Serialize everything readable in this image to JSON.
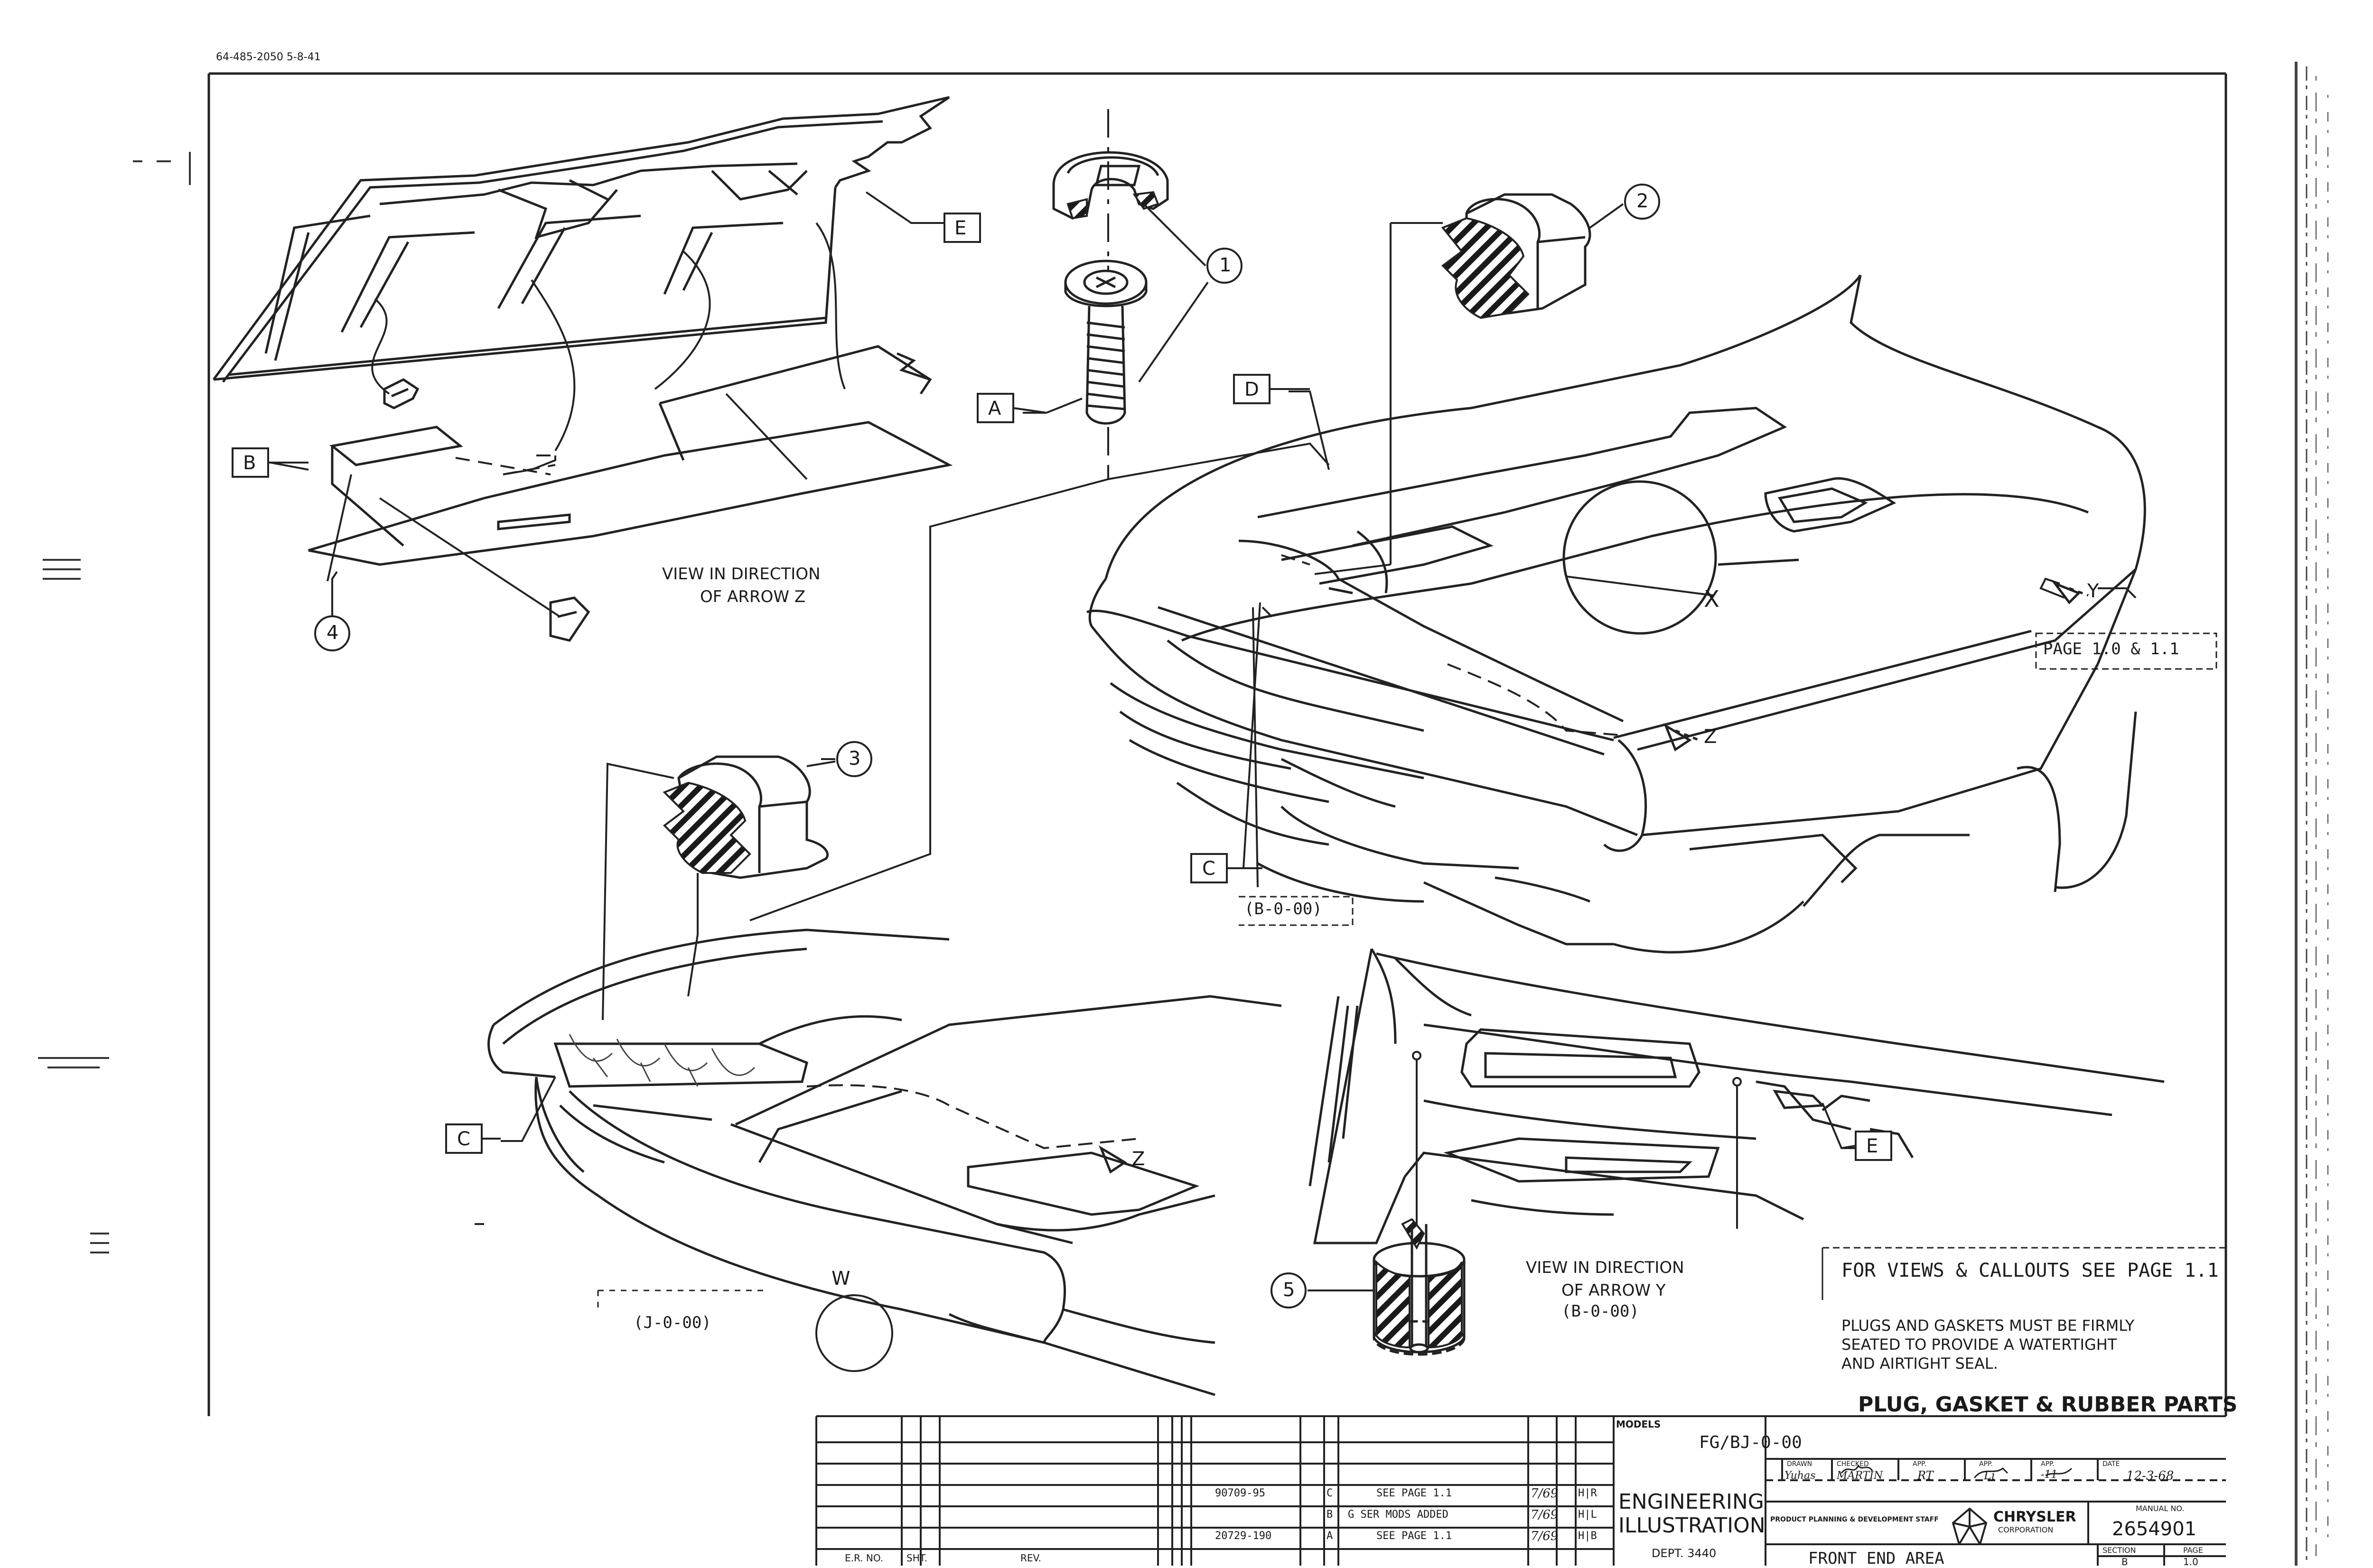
{
  "header": {
    "drawing_code": "64-485-2050 5-8-41"
  },
  "callouts": {
    "letters": {
      "a": "A",
      "b": "B",
      "c1": "C",
      "c2": "C",
      "d": "D",
      "e1": "E",
      "e2": "E"
    },
    "numbers": {
      "n1": "1",
      "n2": "2",
      "n3": "3",
      "n4": "4",
      "n5": "5"
    },
    "arrows": {
      "x": "X",
      "y": "Y",
      "z1": "Z",
      "z2": "Z",
      "w": "W"
    }
  },
  "notes": {
    "view_z_line1": "VIEW IN DIRECTION",
    "view_z_line2": "OF ARROW Z",
    "view_y_line1": "VIEW IN DIRECTION",
    "view_y_line2": "OF ARROW Y",
    "view_y_model": "(B-0-00)",
    "page_ref": "PAGE 1.0 & 1.1",
    "model_b": "(B-0-00)",
    "model_j": "(J-0-00)",
    "views_callouts": "FOR VIEWS & CALLOUTS SEE PAGE 1.1",
    "seal_line1": "PLUGS AND GASKETS MUST BE FIRMLY",
    "seal_line2": "SEATED TO PROVIDE A WATERTIGHT",
    "seal_line3": "AND AIRTIGHT SEAL.",
    "sheet_title": "PLUG, GASKET & RUBBER PARTS"
  },
  "revisions": [
    {
      "number": "90709-95",
      "mark": "C",
      "desc": "SEE PAGE 1.1",
      "initials": "7/69 ",
      "marks": "H|R"
    },
    {
      "number": "",
      "mark": "B",
      "desc": "G SER MODS ADDED",
      "initials": "7/69",
      "marks": "H|L"
    },
    {
      "number": "20729-190",
      "mark": "A",
      "desc": "SEE PAGE 1.1",
      "initials": "7/69",
      "marks": "H|B"
    }
  ],
  "revision_footer": {
    "er_no": "E.R. NO.",
    "sht": "SHT.",
    "rev": "REV."
  },
  "title_block": {
    "models_label": "MODELS",
    "models_value": "FG/BJ-0-00",
    "dept_line1": "ENGINEERING",
    "dept_line2": "ILLUSTRATION",
    "dept_no": "DEPT. 3440",
    "drawn_label": "DRAWN",
    "drawn_value": "Yuhas",
    "checked_label": "CHECKED",
    "checked_value": "MARTIN",
    "app1_label": "APP.",
    "app1_value": "RT",
    "app2_label": "APP.",
    "app2_value": "Li",
    "app3_label": "APP.",
    "app3_value": "-11",
    "date_label": "DATE",
    "date_value": "12-3-68",
    "staff": "PRODUCT PLANNING & DEVELOPMENT STAFF",
    "company": "CHRYSLER",
    "company_sub": "CORPORATION",
    "manual_label": "MANUAL NO.",
    "manual_value": "2654901",
    "area": "FRONT END AREA",
    "section_label": "SECTION",
    "section_value": "B",
    "page_label": "PAGE",
    "page_value": "1.0"
  }
}
